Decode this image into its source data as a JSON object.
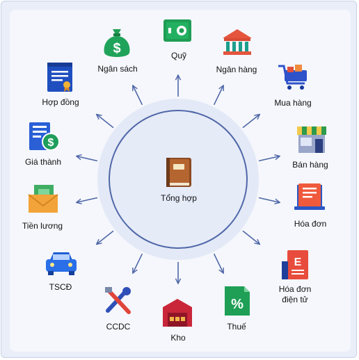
{
  "center": {
    "label": "Tổng hợp",
    "icon": "ledger-book-icon"
  },
  "modules": [
    {
      "id": "quy",
      "label": "Quỹ",
      "icon": "safe-box-icon"
    },
    {
      "id": "ngan-hang",
      "label": "Ngân hàng",
      "icon": "bank-icon"
    },
    {
      "id": "mua-hang",
      "label": "Mua hàng",
      "icon": "shopping-cart-icon"
    },
    {
      "id": "ban-hang",
      "label": "Bán hàng",
      "icon": "shop-store-icon"
    },
    {
      "id": "hoa-don",
      "label": "Hóa đơn",
      "icon": "invoice-laptop-icon"
    },
    {
      "id": "hoa-don-dien-tu",
      "label": "Hóa đơn\nđiện tử",
      "icon": "e-invoice-icon"
    },
    {
      "id": "thue",
      "label": "Thuế",
      "icon": "percent-tax-icon"
    },
    {
      "id": "kho",
      "label": "Kho",
      "icon": "warehouse-icon"
    },
    {
      "id": "ccdc",
      "label": "CCDC",
      "icon": "tools-icon"
    },
    {
      "id": "tscd",
      "label": "TSCĐ",
      "icon": "car-icon"
    },
    {
      "id": "tien-luong",
      "label": "Tiền lương",
      "icon": "salary-envelope-icon"
    },
    {
      "id": "gia-thanh",
      "label": "Giá thành",
      "icon": "cost-calculator-icon"
    },
    {
      "id": "hop-dong",
      "label": "Hợp đồng",
      "icon": "contract-document-icon"
    },
    {
      "id": "ngan-sach",
      "label": "Ngân sách",
      "icon": "money-bag-icon"
    }
  ],
  "colors": {
    "arrow": "#4f67a8",
    "circle_stroke": "#4f67a8",
    "circle_fill": "#e6ebf8",
    "halo": "#e3e9f6"
  }
}
